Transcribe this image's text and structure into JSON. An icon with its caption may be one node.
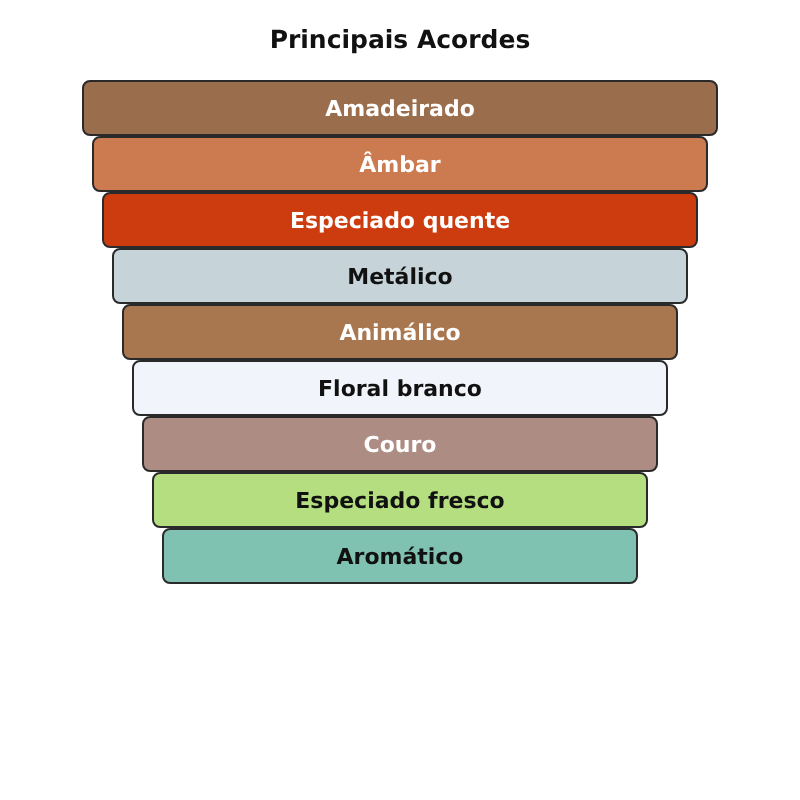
{
  "diagram": {
    "title": "Principais Acordes",
    "nodes": [
      {
        "text": [
          "Amadeirado"
        ]
      },
      {
        "text": [
          "Âmbar"
        ]
      },
      {
        "text": [
          "Especiado quente"
        ]
      },
      {
        "text": [
          "Metálico"
        ]
      },
      {
        "text": [
          "Animálico"
        ]
      },
      {
        "text": [
          "Floral branco"
        ]
      },
      {
        "text": [
          "Couro"
        ]
      },
      {
        "text": [
          "Especiado fresco"
        ]
      },
      {
        "text": [
          "Aromático"
        ]
      }
    ]
  }
}
